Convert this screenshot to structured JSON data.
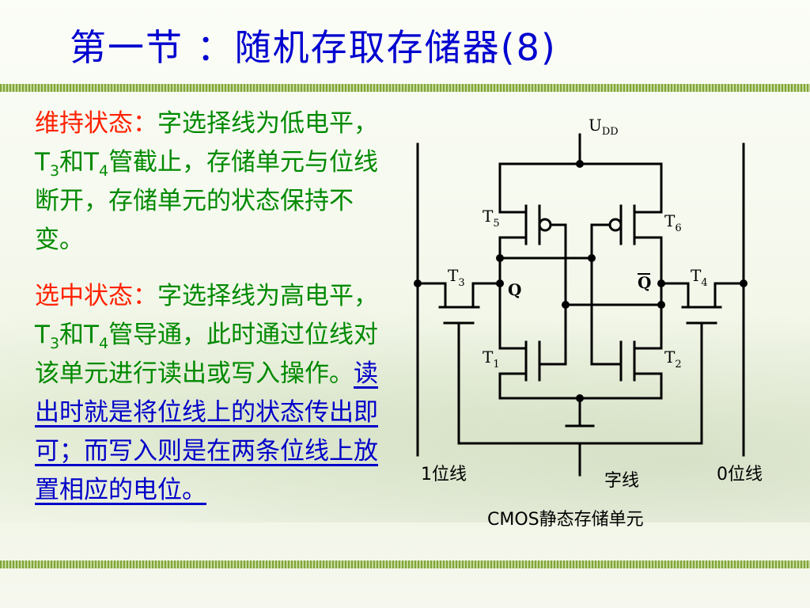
{
  "title": "第一节 ：随机存取存储器(8)",
  "hold": {
    "head": "维持状态：",
    "body_1": "字选择线为低电平，T",
    "sub_3": "3",
    "and": "和T",
    "sub_4": "4",
    "body_2": "管截止，存储单元与位线断开，存储单元的状态保持不变。"
  },
  "select": {
    "head": "选中状态：",
    "body_1": "字选择线为高电平，T",
    "sub_3": "3",
    "and": "和T",
    "sub_4": "4",
    "body_2": "管导通，此时通过位线对该单元进行读出或写入操作。",
    "underlined": "读出时就是将位线上的状态传出即可；而写入则是在两条位线上放置相应的电位。"
  },
  "circuit": {
    "udd": "U",
    "udd_sub": "DD",
    "T5": "T",
    "T5_sub": "5",
    "T6": "T",
    "T6_sub": "6",
    "T3": "T",
    "T3_sub": "3",
    "T4": "T",
    "T4_sub": "4",
    "T1": "T",
    "T1_sub": "1",
    "T2": "T",
    "T2_sub": "2",
    "Q": "Q",
    "Qbar": "Q",
    "bitline1": "1位线",
    "wordline": "字线",
    "bitline0": "0位线",
    "caption": "CMOS静态存储单元"
  }
}
